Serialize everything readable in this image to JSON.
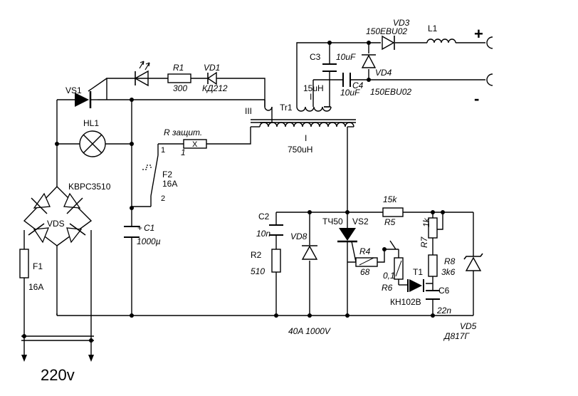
{
  "labels": {
    "vs1": "VS1",
    "hl1": "HL1",
    "kbpc": "KBPC3510",
    "vds": "VDS",
    "f1": "F1",
    "f1_val": "16A",
    "mains": "220v",
    "r1": "R1",
    "r1_val": "300",
    "vd1": "VD1",
    "vd1_val": "КД212",
    "winding_iii": "III",
    "tr1": "Tr1",
    "winding_ii": "II",
    "winding_ii_val": "15uH",
    "winding_i": "I",
    "winding_i_val": "750uH",
    "r_prot": "R защит.",
    "r_prot_mark": "X",
    "r_prot_val": "1",
    "f2": "F2",
    "f2_val": "16A",
    "f2_pin1": "1",
    "f2_pin2": "2",
    "c1": "C1",
    "c1_plus": "+",
    "c1_val": "1000µ",
    "c3": "C3",
    "c3_val": "10uF",
    "c4": "C4",
    "c4_val": "10uF",
    "vd3": "VD3",
    "vd3_val": "150EBU02",
    "vd4": "VD4",
    "vd4_val": "150EBU02",
    "l1": "L1",
    "plus": "+",
    "minus": "-",
    "c2": "C2",
    "c2_val": "10n",
    "r2": "R2",
    "r2_val": "510",
    "vd8": "VD8",
    "vs2_type": "ТЧ50",
    "vs2": "VS2",
    "r5_val": "15k",
    "r5": "R5",
    "r7": "R7",
    "r7_val": "1k",
    "r4": "R4",
    "r4_val": "68",
    "r6_val": "0,1",
    "r6": "R6",
    "t1": "T1",
    "t1_type": "КН102В",
    "r8": "R8",
    "r8_val": "3k6",
    "c6": "C6",
    "c6_val": "22n",
    "vd8_val": "40A 1000V",
    "vd5": "VD5",
    "vd5_type": "Д817Г"
  }
}
